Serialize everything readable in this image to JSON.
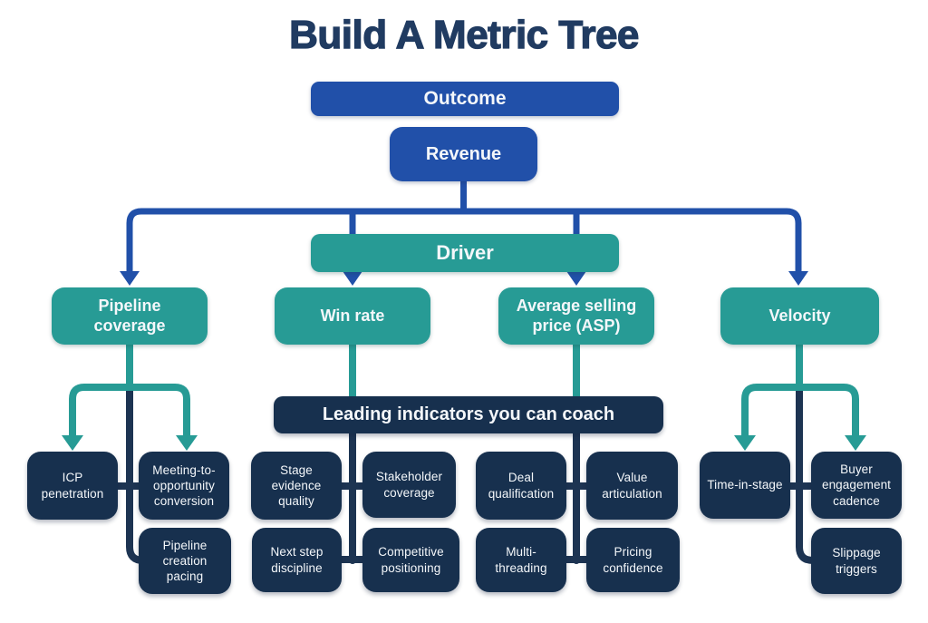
{
  "title": "Build A Metric Tree",
  "colors": {
    "blue": "#2150a9",
    "teal": "#279b95",
    "navy_box": "#17304e",
    "navy_line": "#1d3452",
    "title_text": "#203b61",
    "label_text": "#f4f7fa",
    "background": "#ffffff"
  },
  "tree": {
    "outcome_label": "Outcome",
    "outcome_metric": "Revenue",
    "driver_label": "Driver",
    "drivers": [
      {
        "label": "Pipeline coverage"
      },
      {
        "label": "Win rate"
      },
      {
        "label": "Average selling price (ASP)"
      },
      {
        "label": "Velocity"
      }
    ],
    "indicators_banner": "Leading indicators you can coach"
  },
  "leaves": {
    "pipeline": [
      "ICP penetration",
      "Meeting-to-opportunity conversion",
      "Pipeline creation pacing"
    ],
    "win_rate": [
      "Stage evidence quality",
      "Stakeholder coverage",
      "Next step discipline",
      "Competitive positioning"
    ],
    "asp": [
      "Deal qualification",
      "Value articulation",
      "Multi-threading",
      "Pricing confidence"
    ],
    "velocity": [
      "Time-in-stage",
      "Buyer engagement cadence",
      "Slippage triggers"
    ]
  }
}
